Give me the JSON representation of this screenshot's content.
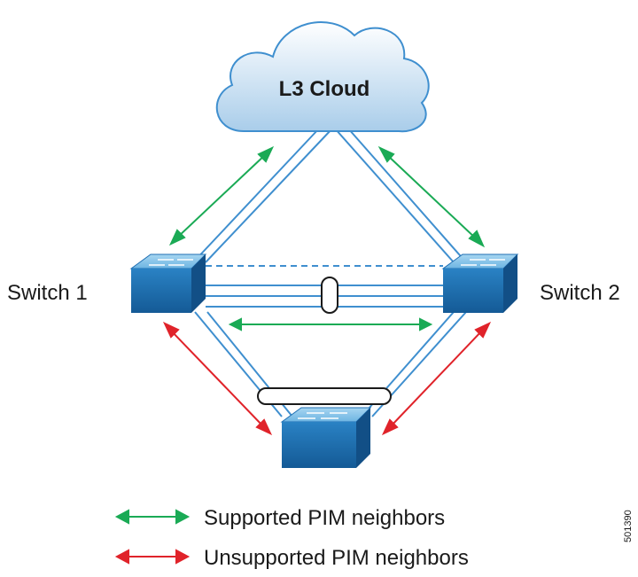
{
  "diagram": {
    "cloud_label": "L3 Cloud",
    "switch1_label": "Switch 1",
    "switch2_label": "Switch 2",
    "figure_id": "501390"
  },
  "legend": {
    "supported_label": "Supported PIM neighbors",
    "unsupported_label": "Unsupported PIM neighbors"
  },
  "colors": {
    "supported": "#1aaa55",
    "unsupported": "#e0232a",
    "link": "#3f8fcf",
    "switch_top": "#8cc7ea",
    "switch_front": "#1f6fb3"
  }
}
